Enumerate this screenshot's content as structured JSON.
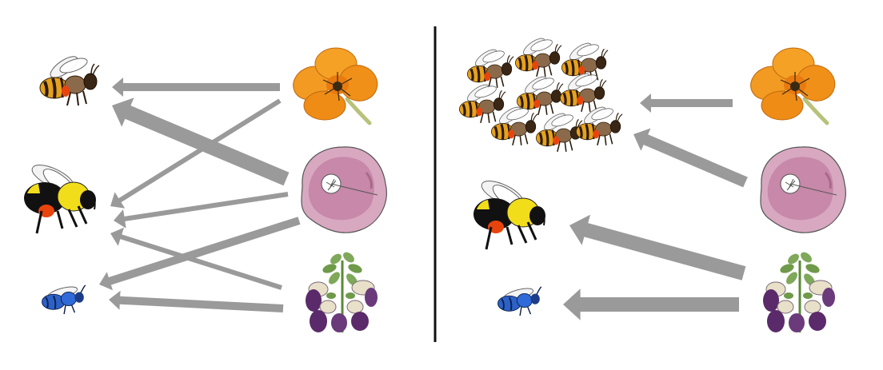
{
  "colors": {
    "background": "#ffffff",
    "divider": "#111111",
    "arrow": "#9a9a9a",
    "poppy_orange": "#f08a17",
    "poppy_center": "#3a2a12",
    "mallow_pink": "#c98aa8",
    "lupine_purple": "#5a2a6a",
    "lupine_cream": "#e8e0c8",
    "lupine_leaf": "#6f9a4a",
    "honeybee_body": "#8a6a4a",
    "honeybee_stripe": "#e6a21e",
    "bumblebee_black": "#111111",
    "bumblebee_yellow": "#f2dd1b",
    "pollen_orange": "#e8440e",
    "blue_bee": "#2c62c8"
  },
  "panels": [
    {
      "name": "left-network",
      "pollinators": [
        {
          "name": "honeybee",
          "icon": "honeybee-icon",
          "count": 1
        },
        {
          "name": "bumblebee",
          "icon": "bumblebee-icon",
          "count": 1
        },
        {
          "name": "blue-bee",
          "icon": "blue-bee-icon",
          "count": 1
        }
      ],
      "plants": [
        {
          "name": "poppy",
          "icon": "poppy-flower-icon"
        },
        {
          "name": "mallow",
          "icon": "mallow-flower-icon"
        },
        {
          "name": "lupine",
          "icon": "lupine-flower-icon"
        }
      ],
      "links": [
        {
          "from": "poppy",
          "to": "honeybee",
          "strength": 2
        },
        {
          "from": "mallow",
          "to": "honeybee",
          "strength": 4
        },
        {
          "from": "poppy",
          "to": "bumblebee",
          "strength": 1
        },
        {
          "from": "mallow",
          "to": "bumblebee",
          "strength": 1
        },
        {
          "from": "lupine",
          "to": "bumblebee",
          "strength": 1
        },
        {
          "from": "mallow",
          "to": "blue-bee",
          "strength": 2
        },
        {
          "from": "lupine",
          "to": "blue-bee",
          "strength": 2
        }
      ]
    },
    {
      "name": "right-network",
      "pollinators": [
        {
          "name": "honeybee",
          "icon": "honeybee-icon",
          "count": 9
        },
        {
          "name": "bumblebee",
          "icon": "bumblebee-icon",
          "count": 1
        },
        {
          "name": "blue-bee",
          "icon": "blue-bee-icon",
          "count": 1
        }
      ],
      "plants": [
        {
          "name": "poppy",
          "icon": "poppy-flower-icon"
        },
        {
          "name": "mallow",
          "icon": "mallow-flower-icon"
        },
        {
          "name": "lupine",
          "icon": "lupine-flower-icon"
        }
      ],
      "links": [
        {
          "from": "poppy",
          "to": "honeybee",
          "strength": 2
        },
        {
          "from": "mallow",
          "to": "honeybee",
          "strength": 3
        },
        {
          "from": "lupine",
          "to": "bumblebee",
          "strength": 4
        },
        {
          "from": "lupine",
          "to": "blue-bee",
          "strength": 4
        }
      ]
    }
  ]
}
